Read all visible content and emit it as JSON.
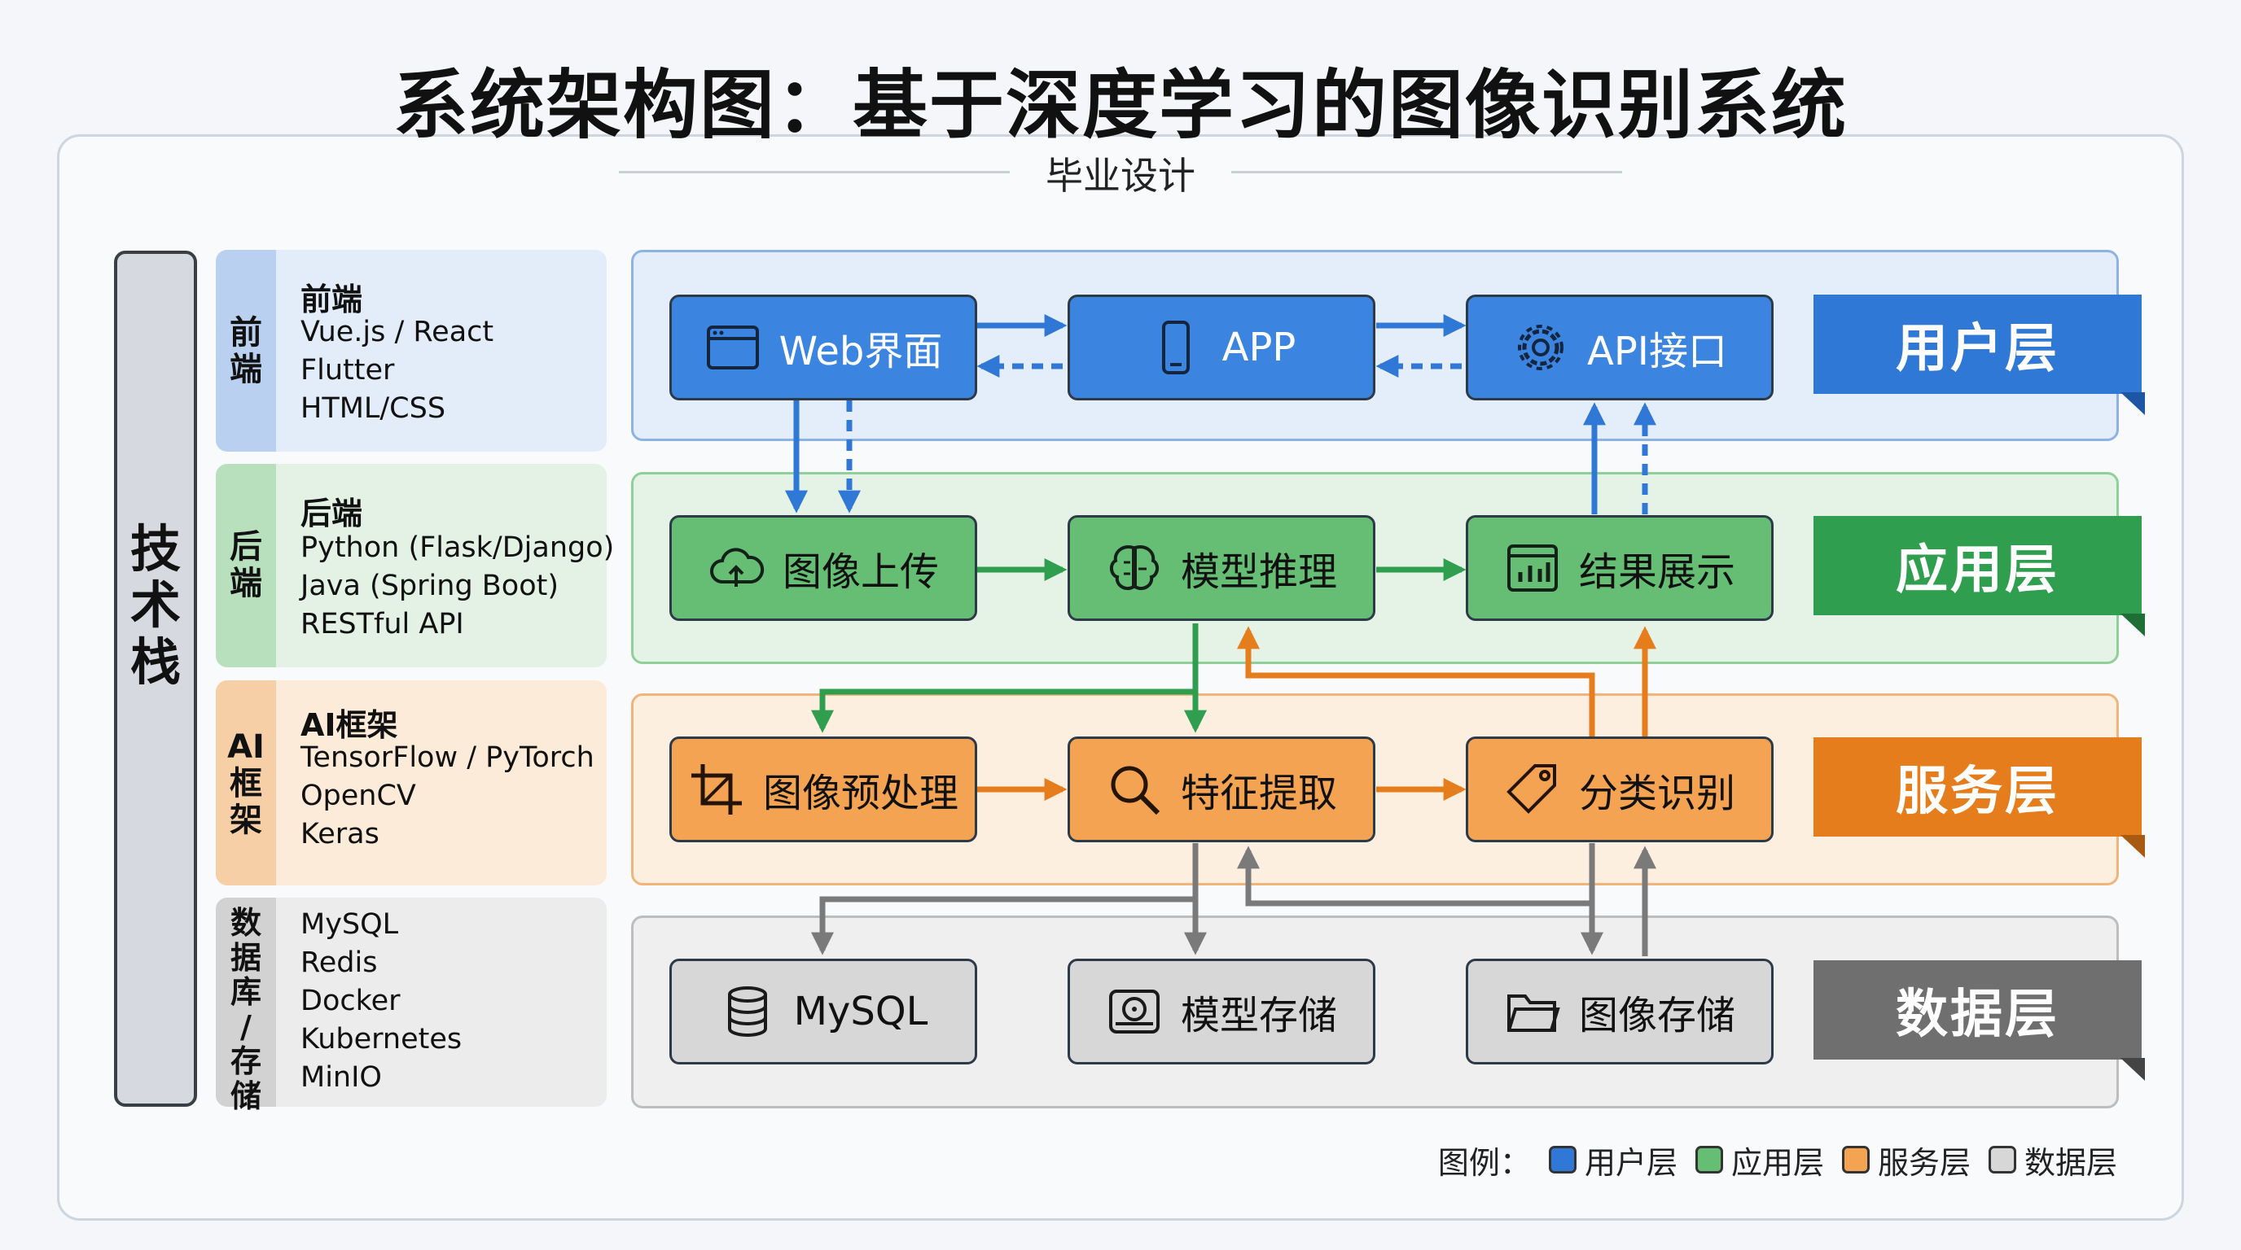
{
  "title": "系统架构图：基于深度学习的图像识别系统",
  "subtitle": "毕业设计",
  "stack_label": "技术栈",
  "colors": {
    "user": "#2f78d6",
    "app": "#2f9e4f",
    "service": "#e57d1c",
    "data": "#6f6f6f"
  },
  "tech_stack": [
    {
      "side": "前端",
      "title": "前端",
      "items": [
        "Vue.js / React",
        "Flutter",
        "HTML/CSS"
      ]
    },
    {
      "side": "后端",
      "title": "后端",
      "items": [
        "Python (Flask/Django)",
        "Java (Spring Boot)",
        "RESTful API"
      ]
    },
    {
      "side": "AI框架",
      "title": "AI框架",
      "items": [
        "TensorFlow / PyTorch",
        "OpenCV",
        "Keras"
      ]
    },
    {
      "side": "数据库/存储",
      "title": "",
      "items": [
        "MySQL",
        "Redis",
        "Docker",
        "Kubernetes",
        "MinIO"
      ]
    }
  ],
  "layers": {
    "user": {
      "name": "用户层",
      "nodes": [
        {
          "label": "Web界面",
          "icon": "browser-window-icon"
        },
        {
          "label": "APP",
          "icon": "mobile-phone-icon"
        },
        {
          "label": "API接口",
          "icon": "gear-icon"
        }
      ]
    },
    "app": {
      "name": "应用层",
      "nodes": [
        {
          "label": "图像上传",
          "icon": "cloud-upload-icon"
        },
        {
          "label": "模型推理",
          "icon": "brain-icon"
        },
        {
          "label": "结果展示",
          "icon": "bar-chart-icon"
        }
      ]
    },
    "service": {
      "name": "服务层",
      "nodes": [
        {
          "label": "图像预处理",
          "icon": "crop-icon"
        },
        {
          "label": "特征提取",
          "icon": "magnifier-icon"
        },
        {
          "label": "分类识别",
          "icon": "tag-icon"
        }
      ]
    },
    "data": {
      "name": "数据层",
      "nodes": [
        {
          "label": "MySQL",
          "icon": "database-icon"
        },
        {
          "label": "模型存储",
          "icon": "hard-drive-icon"
        },
        {
          "label": "图像存储",
          "icon": "folder-icon"
        }
      ]
    }
  },
  "legend": {
    "label": "图例：",
    "items": [
      "用户层",
      "应用层",
      "服务层",
      "数据层"
    ]
  }
}
